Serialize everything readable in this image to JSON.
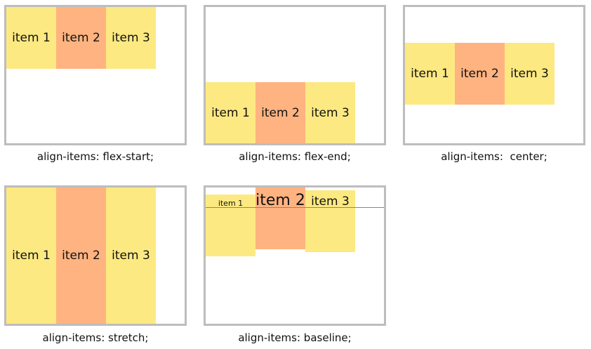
{
  "panels": [
    {
      "caption": "align-items: flex-start;",
      "items": [
        "item 1",
        "item 2",
        "item 3"
      ]
    },
    {
      "caption": "align-items: flex-end;",
      "items": [
        "item 1",
        "item 2",
        "item 3"
      ]
    },
    {
      "caption": "align-items:  center;",
      "items": [
        "item 1",
        "item 2",
        "item 3"
      ]
    },
    {
      "caption": "align-items: stretch;",
      "items": [
        "item 1",
        "item 2",
        "item 3"
      ]
    },
    {
      "caption": "align-items: baseline;",
      "items": [
        "item 1",
        "item 2",
        "item 3"
      ]
    }
  ],
  "colors": {
    "item_light": "#fde981",
    "item_accent": "#ffb380",
    "border": "#bdbdbd",
    "baseline": "#5b8fc7"
  }
}
